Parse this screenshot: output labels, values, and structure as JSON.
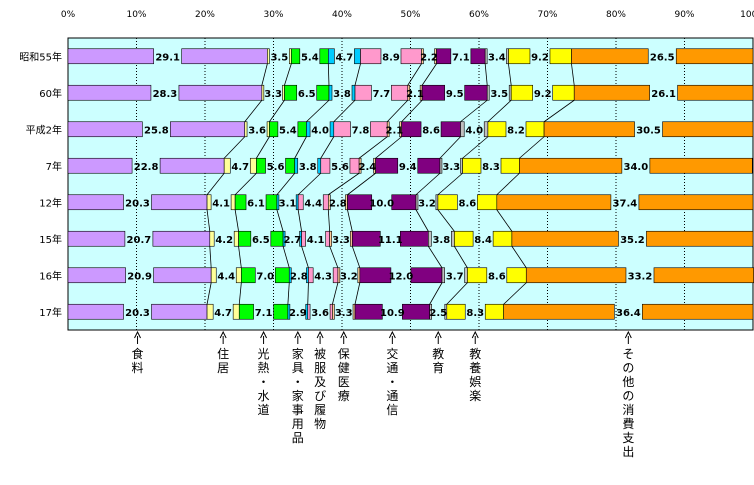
{
  "chart_data": {
    "type": "bar",
    "orientation": "horizontal",
    "stacked": "percent",
    "xlim": [
      0,
      100
    ],
    "x_ticks": [
      "0%",
      "10%",
      "20%",
      "30%",
      "40%",
      "50%",
      "60%",
      "70%",
      "80%",
      "90%",
      "100%"
    ],
    "grid": true,
    "categories": [
      "昭和55年",
      "60年",
      "平成2年",
      "7年",
      "12年",
      "15年",
      "16年",
      "17年"
    ],
    "series": [
      {
        "name": "食料",
        "color": "#cc99ff",
        "values": [
          29.1,
          28.3,
          25.8,
          22.8,
          20.3,
          20.7,
          20.9,
          20.3
        ]
      },
      {
        "name": "住居",
        "color": "#ffff99",
        "values": [
          3.5,
          3.3,
          3.6,
          4.7,
          4.1,
          4.2,
          4.4,
          4.7
        ]
      },
      {
        "name": "光熱・水道",
        "color": "#00ff00",
        "values": [
          5.4,
          6.5,
          5.4,
          5.6,
          6.1,
          6.5,
          7.0,
          7.1
        ]
      },
      {
        "name": "家具・家事用品",
        "color": "#00ccff",
        "values": [
          4.7,
          3.8,
          4.0,
          3.8,
          3.1,
          2.7,
          2.8,
          2.9
        ]
      },
      {
        "name": "被服及び履物",
        "color": "#ff99cc",
        "values": [
          8.9,
          7.7,
          7.8,
          5.6,
          4.4,
          4.1,
          4.3,
          3.6
        ]
      },
      {
        "name": "保健医療",
        "color": "#ffcc99",
        "values": [
          2.2,
          2.1,
          2.1,
          2.4,
          2.8,
          3.3,
          3.2,
          3.3
        ]
      },
      {
        "name": "交通・通信",
        "color": "#800080",
        "values": [
          7.1,
          9.5,
          8.6,
          9.4,
          10.0,
          11.1,
          12.0,
          10.9
        ]
      },
      {
        "name": "教育",
        "color": "#c0c0c0",
        "values": [
          3.4,
          3.5,
          4.0,
          3.3,
          3.2,
          3.8,
          3.7,
          2.5
        ]
      },
      {
        "name": "教養娯楽",
        "color": "#ffff00",
        "values": [
          9.2,
          9.2,
          8.2,
          8.3,
          8.6,
          8.4,
          8.6,
          8.3
        ]
      },
      {
        "name": "その他の消費支出",
        "color": "#ff9900",
        "values": [
          26.5,
          26.1,
          30.5,
          34.0,
          37.4,
          35.2,
          33.2,
          36.4
        ]
      }
    ],
    "colors": {
      "plot_background": "#ccffff",
      "grid": "#000000",
      "connector": "#000000"
    }
  }
}
